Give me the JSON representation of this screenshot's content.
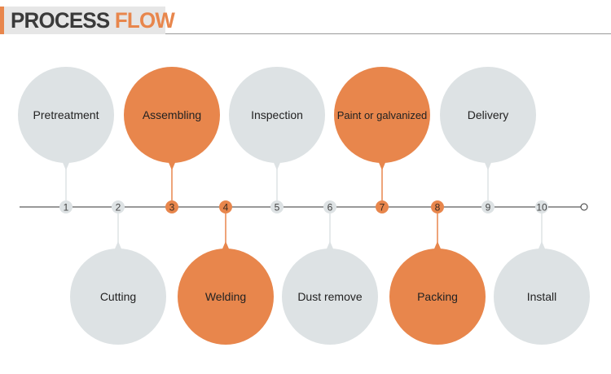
{
  "header": {
    "title_word1": "PROCESS",
    "title_word2": "FLOW"
  },
  "colors": {
    "accent": "#e8864c",
    "neutral": "#dde2e4",
    "text": "#222222",
    "line": "#333333"
  },
  "steps": [
    {
      "number": "1",
      "label": "Pretreatment",
      "highlighted": false,
      "position": "top"
    },
    {
      "number": "2",
      "label": "Cutting",
      "highlighted": false,
      "position": "bottom"
    },
    {
      "number": "3",
      "label": "Assembling",
      "highlighted": true,
      "position": "top"
    },
    {
      "number": "4",
      "label": "Welding",
      "highlighted": true,
      "position": "bottom"
    },
    {
      "number": "5",
      "label": "Inspection",
      "highlighted": false,
      "position": "top"
    },
    {
      "number": "6",
      "label": "Dust remove",
      "highlighted": false,
      "position": "bottom"
    },
    {
      "number": "7",
      "label": "Paint or galvanized",
      "highlighted": true,
      "position": "top"
    },
    {
      "number": "8",
      "label": "Packing",
      "highlighted": true,
      "position": "bottom"
    },
    {
      "number": "9",
      "label": "Delivery",
      "highlighted": false,
      "position": "top"
    },
    {
      "number": "10",
      "label": "Install",
      "highlighted": false,
      "position": "bottom"
    }
  ]
}
